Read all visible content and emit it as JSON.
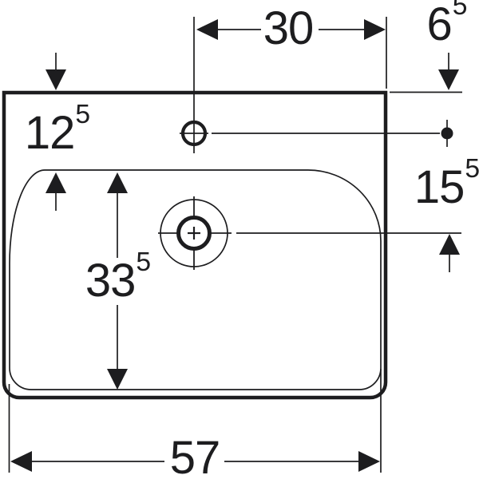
{
  "figure": {
    "kind": "technical dimension drawing, washbasin top view",
    "ink_color": "#1d1d1f",
    "background_color": "#ffffff"
  },
  "dimensions": {
    "hole_to_right_edge": {
      "label": "30"
    },
    "top_edge_to_hole": {
      "label": "6",
      "sup": "5"
    },
    "top_edge_to_rim": {
      "label": "12",
      "sup": "5"
    },
    "hole_to_drain": {
      "label": "15",
      "sup": "5"
    },
    "rim_to_bottom": {
      "label": "33",
      "sup": "5"
    },
    "overall_width": {
      "label": "57"
    }
  }
}
